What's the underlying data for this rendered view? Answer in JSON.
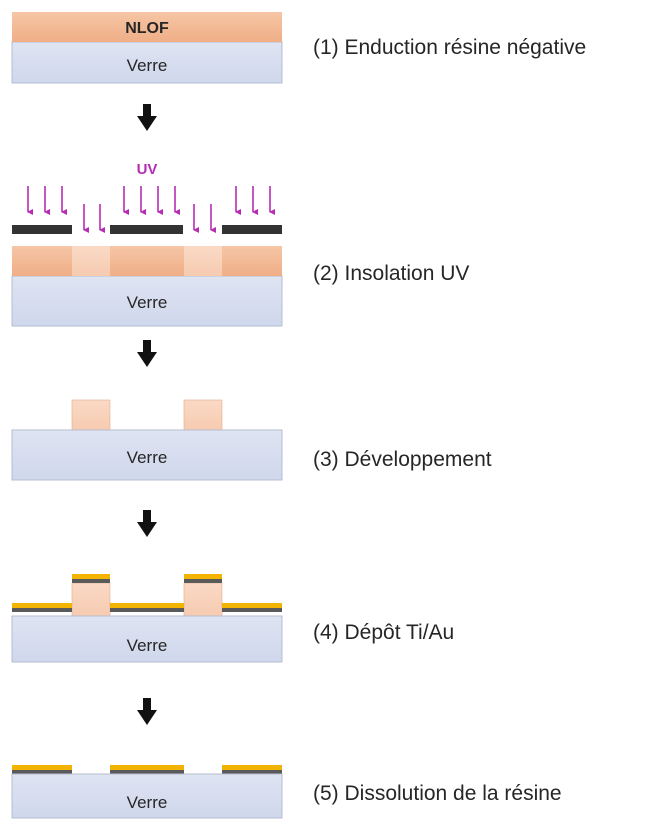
{
  "colors": {
    "glass_fill": "#d5dcee",
    "glass_stroke": "#a9b4cc",
    "resist": "#f2b48c",
    "resist_light": "#f8d3bd",
    "uv": "#b52db5",
    "mask": "#333333",
    "gold": "#f2b400",
    "titanium": "#5a5a5a",
    "arrow": "#111111"
  },
  "materials": {
    "glass": "Verre",
    "resist": "NLOF",
    "uv": "UV"
  },
  "steps": [
    {
      "label": "(1) Enduction résine négative"
    },
    {
      "label": "(2) Insolation UV"
    },
    {
      "label": "(3) Développement"
    },
    {
      "label": "(4) Dépôt Ti/Au"
    },
    {
      "label": "(5) Dissolution de la résine"
    }
  ]
}
